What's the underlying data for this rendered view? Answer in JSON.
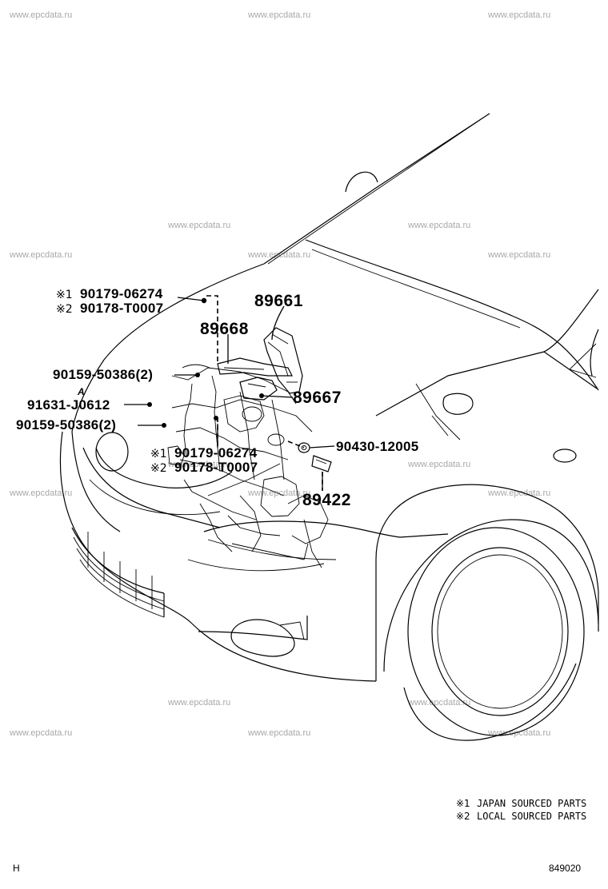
{
  "watermark": "www.epcdata.ru",
  "callouts": {
    "top_a_mark1": "※1",
    "top_a_part1": "90179-06274",
    "top_a_mark2": "※2",
    "top_a_part2": "90178-T0007",
    "p89661": "89661",
    "p89668": "89668",
    "p90159_a": "90159-50386(2)",
    "p91631": "91631-J0612",
    "p89667": "89667",
    "p90159_b": "90159-50386(2)",
    "mid_mark1": "※1",
    "mid_part1": "90179-06274",
    "mid_mark2": "※2",
    "mid_part2": "90178-T0007",
    "p90430": "90430-12005",
    "p89422": "89422",
    "small_a": "A"
  },
  "legend": {
    "line1_mark": "※1",
    "line1_text": "JAPAN SOURCED PARTS",
    "line2_mark": "※2",
    "line2_text": "LOCAL SOURCED PARTS"
  },
  "footer": {
    "left_code": "H",
    "figure_number": "849020"
  }
}
